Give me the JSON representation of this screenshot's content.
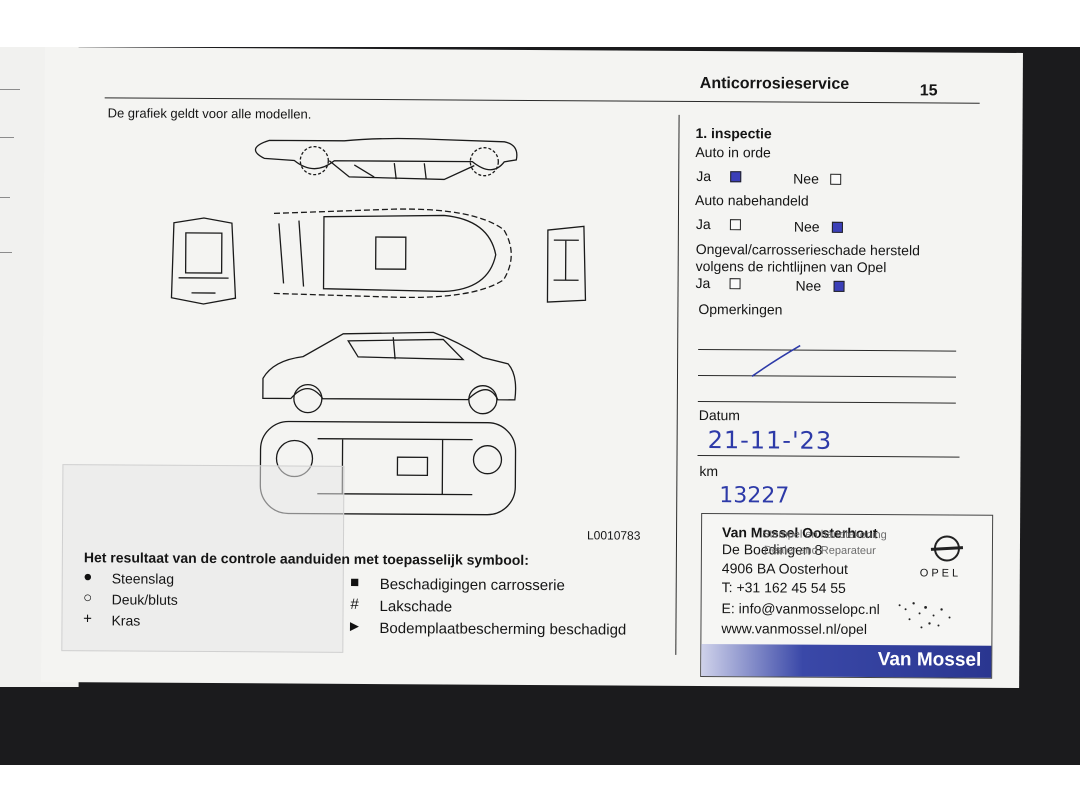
{
  "header": {
    "title": "Anticorrosieservice",
    "page_number": "15"
  },
  "intro": "De grafiek geldt voor alle modellen.",
  "figure_code": "L0010783",
  "form": {
    "section_title": "1. inspectie",
    "q1": {
      "label": "Auto in orde",
      "yes_label": "Ja",
      "no_label": "Nee",
      "yes_checked": true,
      "no_checked": false
    },
    "q2": {
      "label": "Auto nabehandeld",
      "yes_label": "Ja",
      "no_label": "Nee",
      "yes_checked": false,
      "no_checked": true
    },
    "q3": {
      "label_line1": "Ongeval/carrosserieschade hersteld",
      "label_line2": "volgens de richtlijnen van Opel",
      "yes_label": "Ja",
      "no_label": "Nee",
      "yes_checked": false,
      "no_checked": true
    },
    "remarks_label": "Opmerkingen",
    "date_label": "Datum",
    "date_value": "21-11-'23",
    "km_label": "km",
    "km_value": "13227"
  },
  "legend": {
    "heading": "Het resultaat van de controle aanduiden met toepasselijk symbool:",
    "left_items": [
      {
        "symbol": "●",
        "label": "Steenslag"
      },
      {
        "symbol": "○",
        "label": "Deuk/bluts"
      },
      {
        "symbol": "+",
        "label": "Kras"
      }
    ],
    "right_items": [
      {
        "symbol": "■",
        "label": "Beschadigingen carrosserie"
      },
      {
        "symbol": "#",
        "label": "Lakschade"
      },
      {
        "symbol": "►",
        "label": "Bodemplaatbescherming beschadigd"
      }
    ]
  },
  "dealer_stamp": {
    "name": "Van Mossel Oosterhout",
    "street": "De Boedingen 8",
    "city": "4906 BA Oosterhout",
    "phone": "T: +31 162 45 54 55",
    "email": "E: info@vanmosselopc.nl",
    "web": "www.vanmossel.nl/opel",
    "overprint_line1": "Stempel en handtekening",
    "overprint_line2": "Dealer and Reparateur",
    "brand": "OPEL",
    "banner": "Van Mossel"
  },
  "colors": {
    "ink": "#151515",
    "pen": "#2d3aa8",
    "paper": "#f4f4f2",
    "check": "#3b3fb8"
  }
}
